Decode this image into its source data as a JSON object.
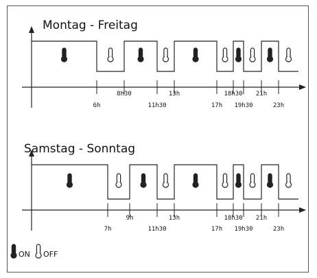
{
  "colors": {
    "frame": "#555555",
    "line": "#222222",
    "text": "#111111"
  },
  "legend": {
    "on_label": "ON",
    "off_label": "OFF"
  },
  "panels": [
    {
      "title": "Montag - Freitag",
      "segments": [
        {
          "from": "start",
          "to": "6h",
          "state": "on"
        },
        {
          "from": "6h",
          "to": "8h30",
          "state": "off"
        },
        {
          "from": "8h30",
          "to": "11h30",
          "state": "on"
        },
        {
          "from": "11h30",
          "to": "13h",
          "state": "off"
        },
        {
          "from": "13h",
          "to": "17h",
          "state": "on"
        },
        {
          "from": "17h",
          "to": "18h30",
          "state": "off"
        },
        {
          "from": "18h30",
          "to": "19h30",
          "state": "on"
        },
        {
          "from": "19h30",
          "to": "21h",
          "state": "off"
        },
        {
          "from": "21h",
          "to": "23h",
          "state": "on"
        },
        {
          "from": "23h",
          "to": "end",
          "state": "off"
        }
      ],
      "ticks": [
        {
          "label": "6h",
          "row": "low"
        },
        {
          "label": "8h30",
          "row": "high"
        },
        {
          "label": "11h30",
          "row": "low"
        },
        {
          "label": "13h",
          "row": "high"
        },
        {
          "label": "17h",
          "row": "low"
        },
        {
          "label": "18h30",
          "row": "high"
        },
        {
          "label": "19h30",
          "row": "low"
        },
        {
          "label": "21h",
          "row": "high"
        },
        {
          "label": "23h",
          "row": "low"
        }
      ]
    },
    {
      "title": "Samstag - Sonntag",
      "segments": [
        {
          "from": "start",
          "to": "7h",
          "state": "on"
        },
        {
          "from": "7h",
          "to": "9h",
          "state": "off"
        },
        {
          "from": "9h",
          "to": "11h30",
          "state": "on"
        },
        {
          "from": "11h30",
          "to": "13h",
          "state": "off"
        },
        {
          "from": "13h",
          "to": "17h",
          "state": "on"
        },
        {
          "from": "17h",
          "to": "18h30",
          "state": "off"
        },
        {
          "from": "18h30",
          "to": "19h30",
          "state": "on"
        },
        {
          "from": "19h30",
          "to": "21h",
          "state": "off"
        },
        {
          "from": "21h",
          "to": "23h",
          "state": "on"
        },
        {
          "from": "23h",
          "to": "end",
          "state": "off"
        }
      ],
      "ticks": [
        {
          "label": "7h",
          "row": "low"
        },
        {
          "label": "9h",
          "row": "high"
        },
        {
          "label": "11h30",
          "row": "low"
        },
        {
          "label": "13h",
          "row": "high"
        },
        {
          "label": "17h",
          "row": "low"
        },
        {
          "label": "18h30",
          "row": "high"
        },
        {
          "label": "19h30",
          "row": "low"
        },
        {
          "label": "21h",
          "row": "high"
        },
        {
          "label": "23h",
          "row": "low"
        }
      ]
    }
  ]
}
